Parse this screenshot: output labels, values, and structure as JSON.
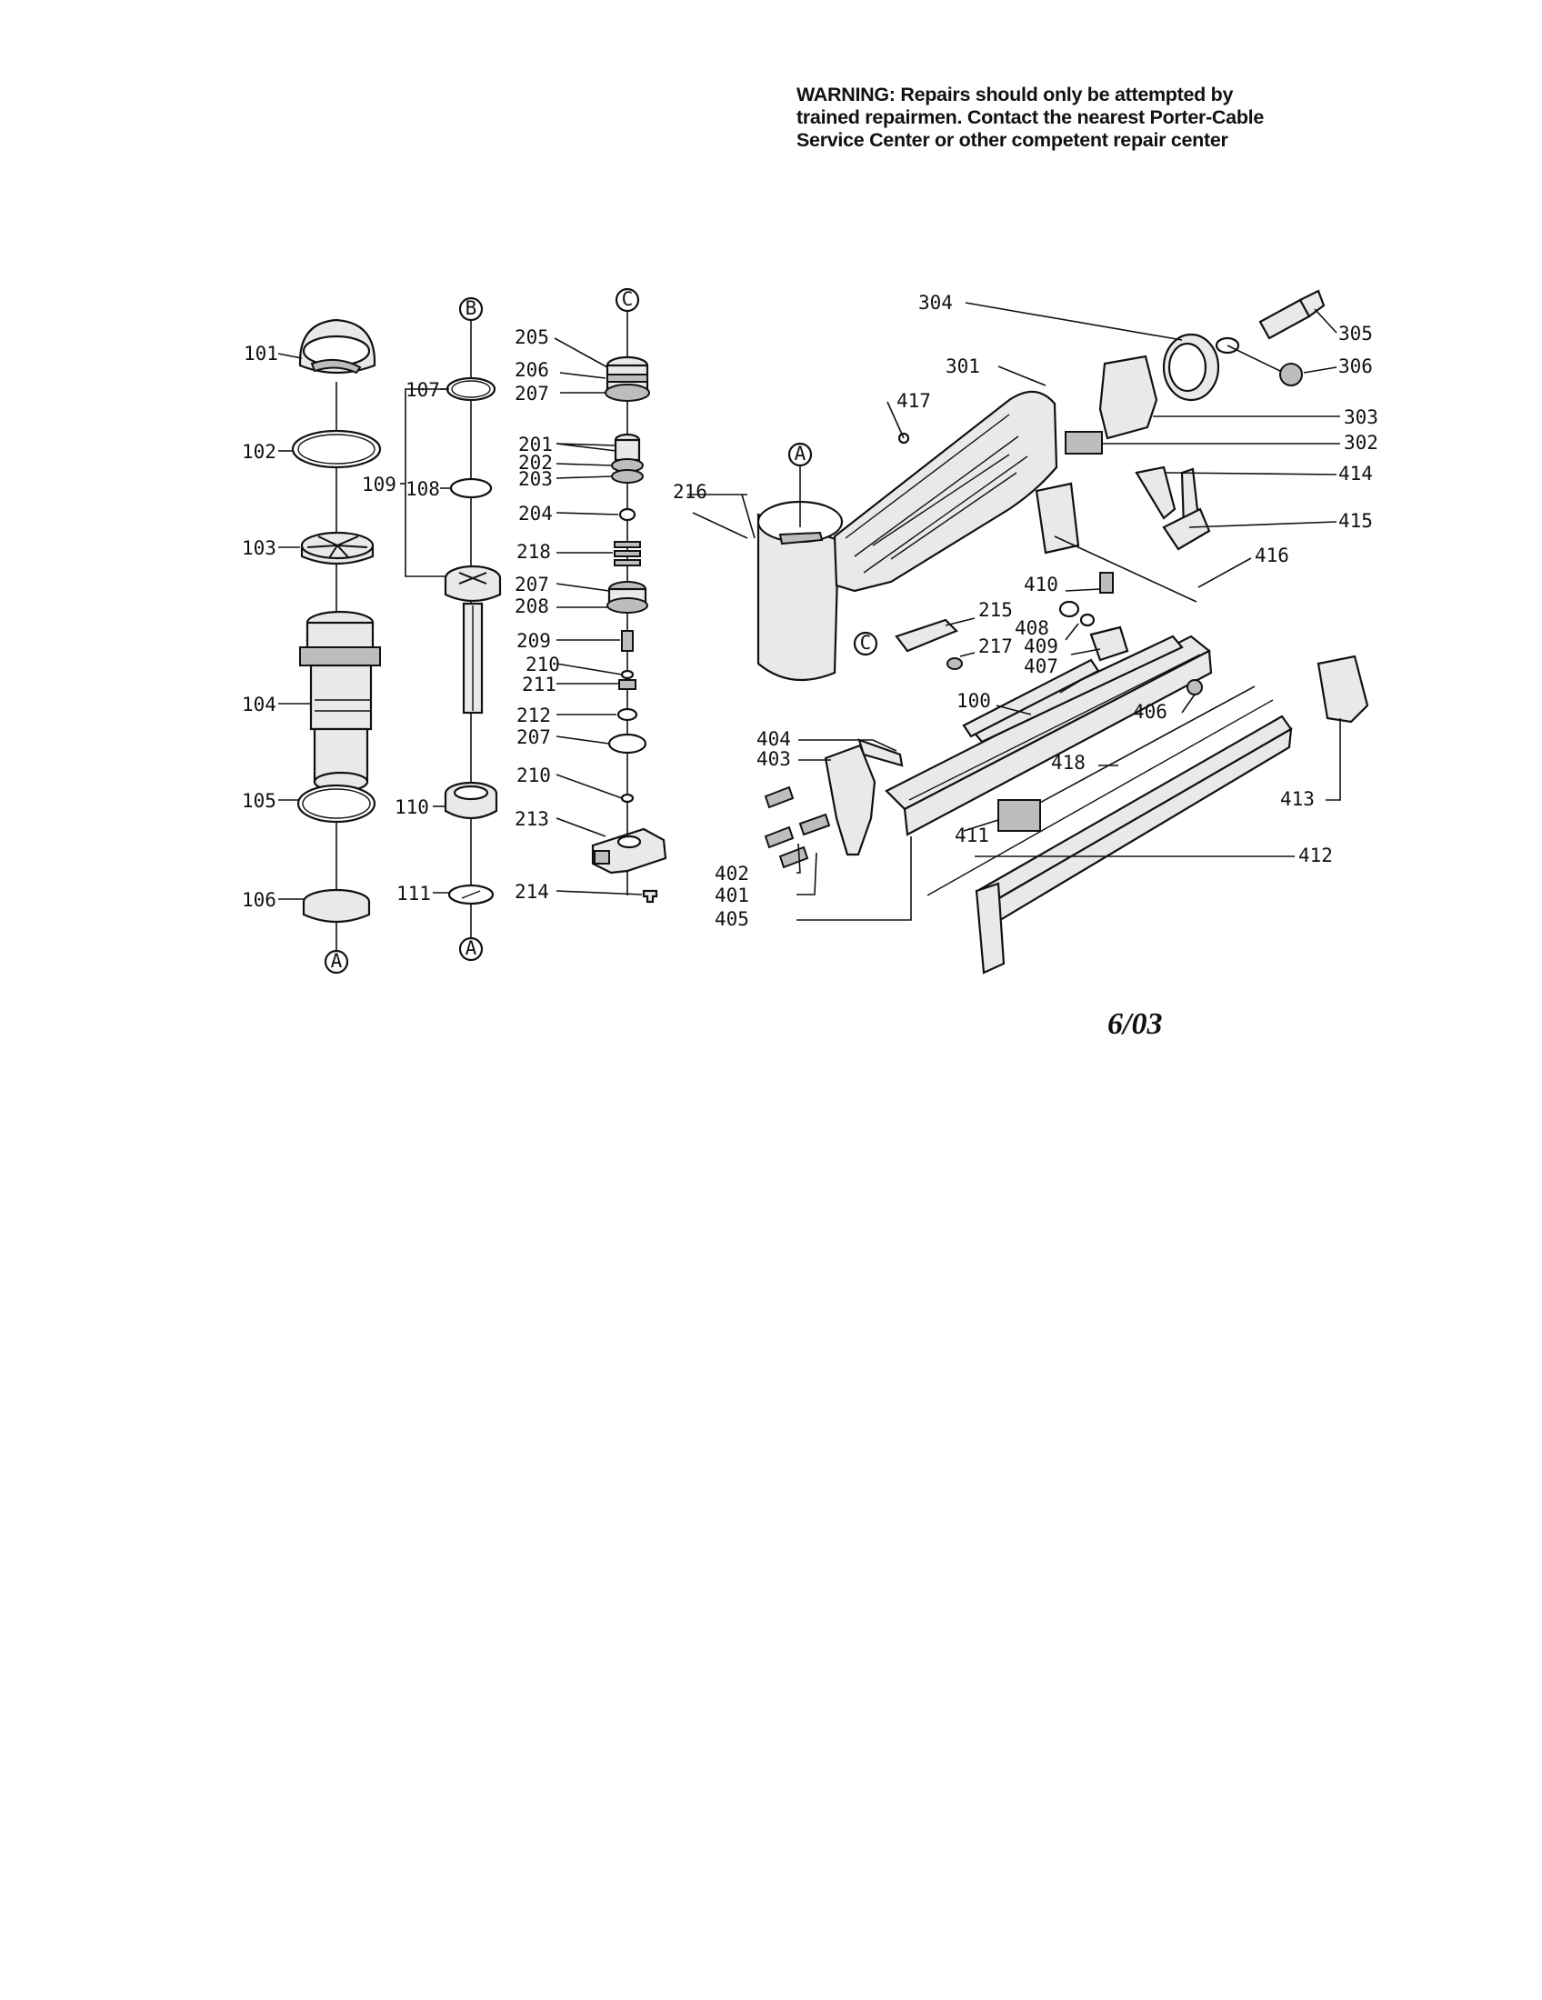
{
  "warning": {
    "lines": [
      "WARNING: Repairs should only be attempted by",
      "trained repairmen. Contact the nearest Porter-Cable",
      "Service Center or other competent repair center"
    ]
  },
  "date_stamp": "6/03",
  "connectors": {
    "a": "A",
    "b": "B",
    "c": "C"
  },
  "callouts": {
    "p100": "100",
    "p101": "101",
    "p102": "102",
    "p103": "103",
    "p104": "104",
    "p105": "105",
    "p106": "106",
    "p107": "107",
    "p108": "108",
    "p109": "109",
    "p110": "110",
    "p111": "111",
    "p201": "201",
    "p202": "202",
    "p203": "203",
    "p204": "204",
    "p205": "205",
    "p206": "206",
    "p207a": "207",
    "p207b": "207",
    "p207c": "207",
    "p208": "208",
    "p209": "209",
    "p210a": "210",
    "p210b": "210",
    "p211": "211",
    "p212": "212",
    "p213": "213",
    "p214": "214",
    "p215": "215",
    "p216": "216",
    "p217": "217",
    "p218": "218",
    "p301": "301",
    "p302": "302",
    "p303": "303",
    "p304": "304",
    "p305": "305",
    "p306": "306",
    "p401": "401",
    "p402": "402",
    "p403": "403",
    "p404": "404",
    "p405": "405",
    "p406": "406",
    "p407": "407",
    "p408": "408",
    "p409": "409",
    "p410": "410",
    "p411": "411",
    "p412": "412",
    "p413": "413",
    "p414": "414",
    "p415": "415",
    "p416": "416",
    "p417": "417",
    "p418": "418"
  }
}
